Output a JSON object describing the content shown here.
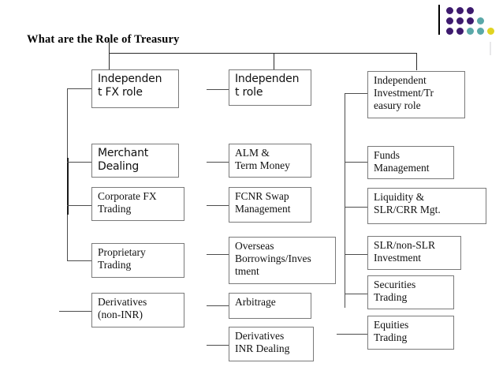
{
  "slide": {
    "title": "What are the Role of Treasury",
    "background_color": "#ffffff",
    "text_color": "#000000",
    "line_color": "#4d4d4d",
    "box_border_color": "#7a7a7a"
  },
  "logo": {
    "name": "decorative-dot-logo",
    "bar_color": "#000000",
    "colors": {
      "purple": "#3d1a6e",
      "teal": "#5aa8a8",
      "yellow": "#e0d321"
    },
    "rows": [
      [
        "purple",
        "purple",
        "purple"
      ],
      [
        "purple",
        "purple",
        "purple",
        "teal"
      ],
      [
        "purple",
        "purple",
        "teal",
        "teal",
        "yellow"
      ]
    ]
  },
  "diagram": {
    "type": "org-chart",
    "root_label": "What are the Role of Treasury",
    "columns": [
      {
        "id": "column-fx",
        "header": "Independen\nt FX role",
        "header_font": "sans",
        "items": [
          "Merchant\nDealing",
          "Corporate FX\nTrading",
          "Proprietary\nTrading",
          "Derivatives\n(non-INR)"
        ]
      },
      {
        "id": "column-independent",
        "header": "Independen\nt role",
        "header_font": "sans",
        "items": [
          "ALM &\nTerm Money",
          "FCNR Swap\nManagement",
          "Overseas\nBorrowings/Inves\ntment",
          "Arbitrage",
          "Derivatives\nINR Dealing"
        ]
      },
      {
        "id": "column-investment",
        "header": "Independent\nInvestment/Tr\neasury role",
        "header_font": "serif",
        "items": [
          "Funds\nManagement",
          "Liquidity &\nSLR/CRR Mgt.",
          "SLR/non-SLR\nInvestment",
          "Securities\nTrading",
          "Equities\nTrading"
        ]
      }
    ]
  }
}
